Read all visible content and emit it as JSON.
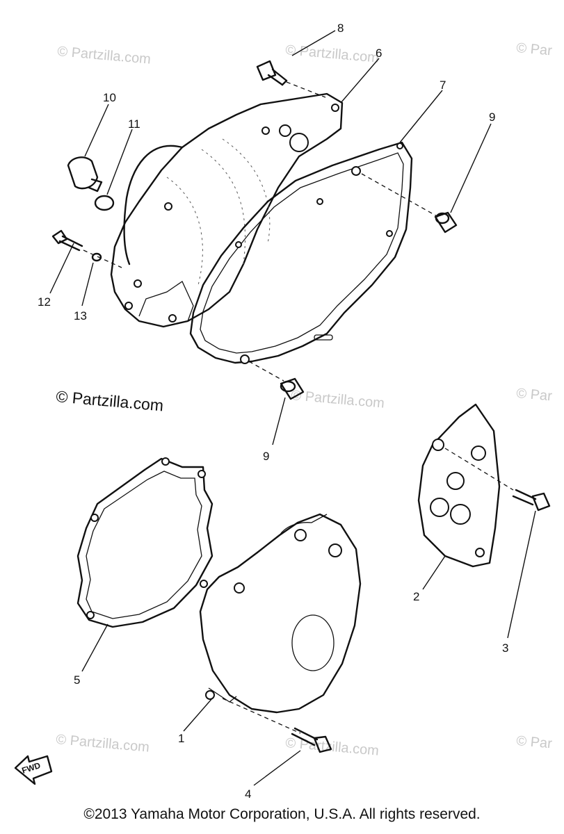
{
  "watermark": "© Partzilla.com",
  "watermark_partial": "© Par",
  "watermark_main": "© Partzilla.com",
  "fwd_label": "FWD",
  "copyright": "©2013 Yamaha Motor Corporation, U.S.A. All rights reserved.",
  "callouts": {
    "c1": "1",
    "c2": "2",
    "c3": "3",
    "c4": "4",
    "c5": "5",
    "c6": "6",
    "c7": "7",
    "c8": "8",
    "c9a": "9",
    "c9b": "9",
    "c10": "10",
    "c11": "11",
    "c12": "12",
    "c13": "13"
  }
}
